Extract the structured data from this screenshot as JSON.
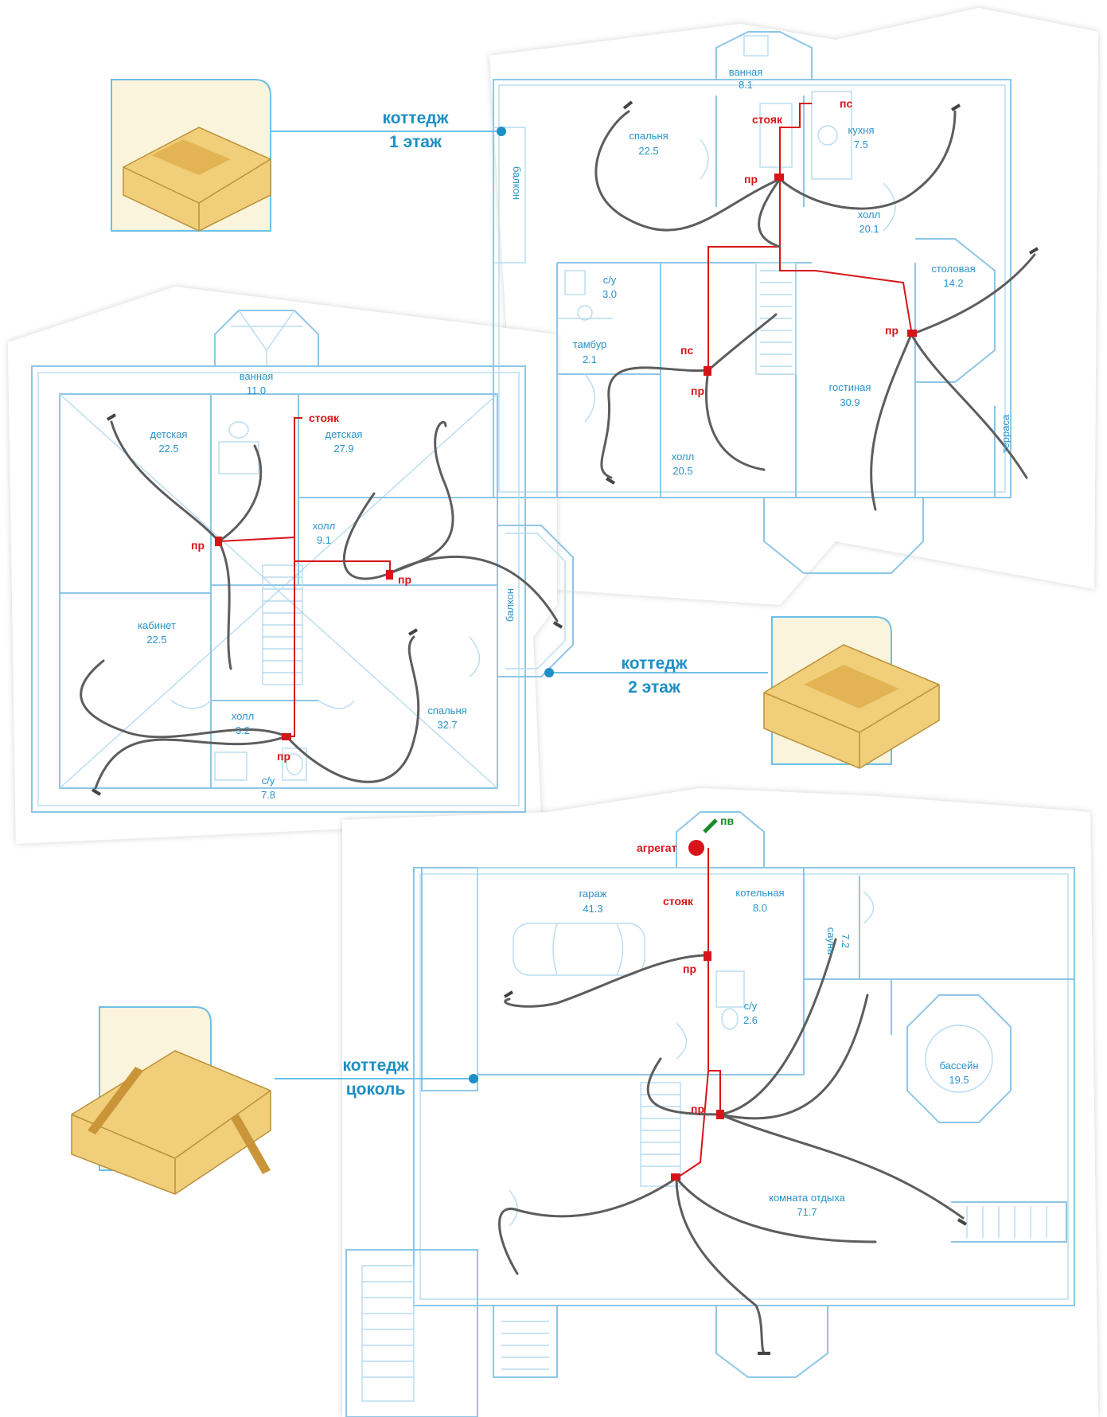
{
  "colors": {
    "wall": "#8ec6e6",
    "label": "#2a93c9",
    "floor_label": "#1d8fc4",
    "pipe": "#d8141a",
    "hose": "#5d5d5d",
    "exhaust": "#1a8a2a"
  },
  "floor1": {
    "title_line1": "коттедж",
    "title_line2": "1 этаж",
    "rooms": [
      {
        "name": "ванная",
        "area": "8.1"
      },
      {
        "name": "спальня",
        "area": "22.5"
      },
      {
        "name": "кухня",
        "area": "7.5"
      },
      {
        "name": "холл",
        "area": "20.1"
      },
      {
        "name": "столовая",
        "area": "14.2"
      },
      {
        "name": "с/у",
        "area": "3.0"
      },
      {
        "name": "тамбур",
        "area": "2.1"
      },
      {
        "name": "гостиная",
        "area": "30.9"
      },
      {
        "name": "холл",
        "area": "20.5"
      }
    ],
    "balcony": "балкон",
    "terrace": "терраса",
    "tags": {
      "riser": "стояк",
      "ps_top": "пс",
      "ps_mid": "пс",
      "pr1": "пр",
      "pr2": "пр",
      "pr3": "пр"
    }
  },
  "floor2": {
    "title_line1": "коттедж",
    "title_line2": "2 этаж",
    "rooms": [
      {
        "name": "ванная",
        "area": "11.0"
      },
      {
        "name": "детская",
        "area": "22.5"
      },
      {
        "name": "детская",
        "area": "27.9"
      },
      {
        "name": "холл",
        "area": "9.1"
      },
      {
        "name": "кабинет",
        "area": "22.5"
      },
      {
        "name": "холл",
        "area": "3.2"
      },
      {
        "name": "спальня",
        "area": "32.7"
      },
      {
        "name": "с/у",
        "area": "7.8"
      }
    ],
    "balcony": "балкон",
    "tags": {
      "riser": "стояк",
      "pr1": "пр",
      "pr2": "пр",
      "pr3": "пр"
    }
  },
  "basement": {
    "title_line1": "коттедж",
    "title_line2": "цоколь",
    "rooms": [
      {
        "name": "гараж",
        "area": "41.3"
      },
      {
        "name": "котельная",
        "area": "8.0"
      },
      {
        "name": "сауна",
        "area": "7.2"
      },
      {
        "name": "с/у",
        "area": "2.6"
      },
      {
        "name": "бассейн",
        "area": "19.5"
      },
      {
        "name": "комната отдыха",
        "area": "71.7"
      }
    ],
    "tags": {
      "unit": "агрегат",
      "exhaust": "пв",
      "riser": "стояк",
      "pr1": "пр",
      "pr2": "пр"
    }
  },
  "icons": {
    "floor1_model": "house-model-icon",
    "floor2_model": "house-model-icon",
    "basement_model": "house-model-icon",
    "inlet": "vacuum-inlet-icon",
    "hose_end": "hose-nozzle-icon",
    "power_unit": "power-unit-icon"
  }
}
